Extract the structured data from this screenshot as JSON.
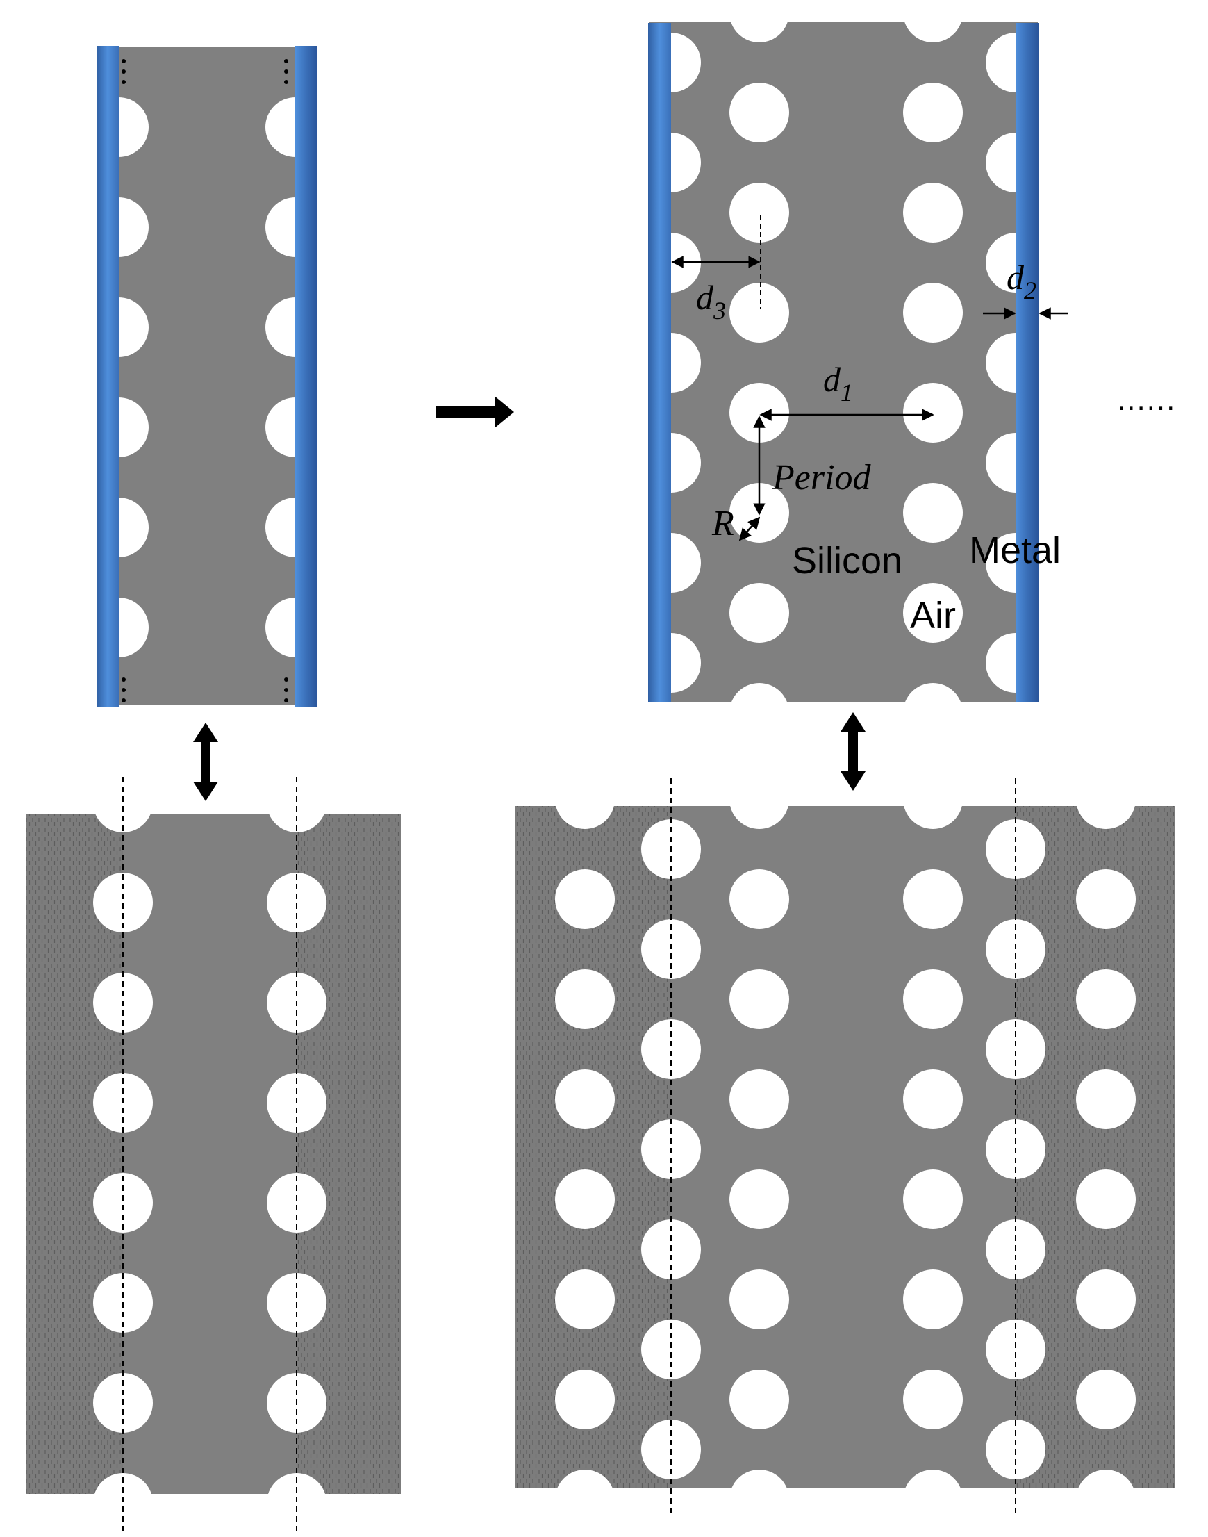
{
  "labels": {
    "d1": "d",
    "d1_sub": "1",
    "d2": "d",
    "d2_sub": "2",
    "d3": "d",
    "d3_sub": "3",
    "period": "Period",
    "radius": "R",
    "silicon": "Silicon",
    "metal": "Metal",
    "air": "Air",
    "continuation": "......"
  },
  "colors": {
    "silicon": "#808080",
    "holes": "#ffffff",
    "metal_light": "#4a8ad8",
    "metal_dark": "#2f5fa3",
    "arrows": "#000000",
    "dashed_lines": "#000000"
  }
}
